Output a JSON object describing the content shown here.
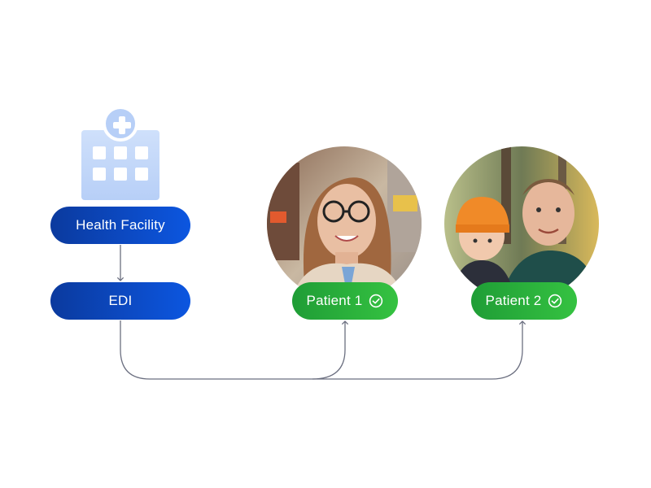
{
  "nodes": {
    "facility": {
      "label": "Health Facility"
    },
    "edi": {
      "label": "EDI"
    },
    "patient1": {
      "label": "Patient 1"
    },
    "patient2": {
      "label": "Patient 2"
    }
  },
  "icons": {
    "facility": "hospital-icon",
    "patient_status": "check-circle-icon"
  },
  "colors": {
    "primary_blue": "#0c56e0",
    "dark_blue": "#0b3a9e",
    "success_green": "#35c241",
    "connector": "#6b6f80",
    "hospital_light": "#b7cff7"
  }
}
